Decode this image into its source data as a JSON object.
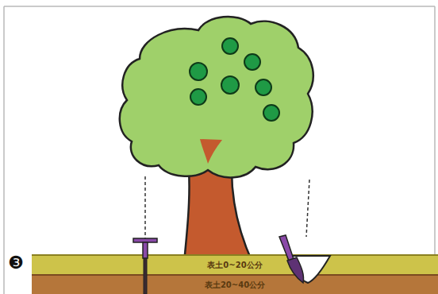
{
  "diagram": {
    "nodes": [
      {
        "text": [
          "表土0~20公分"
        ]
      },
      {
        "text": [
          "表土20~40公分"
        ]
      }
    ],
    "labels": [
      "❸"
    ]
  }
}
